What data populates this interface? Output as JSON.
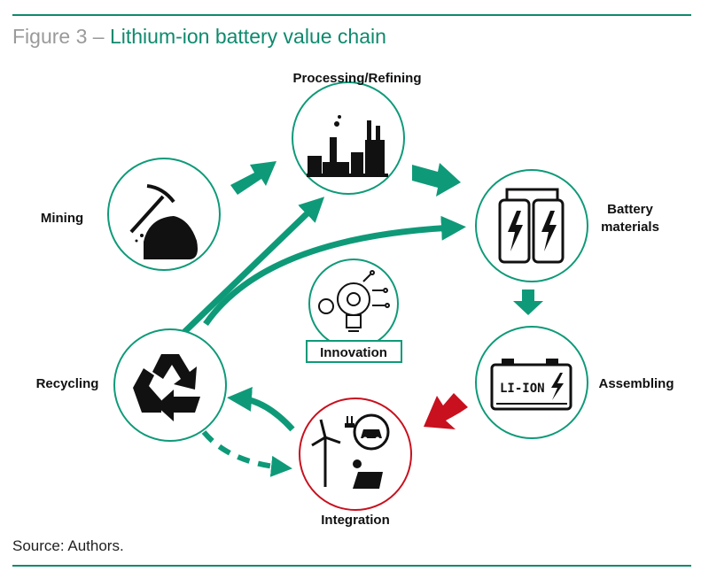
{
  "figure": {
    "number": "Figure 3",
    "separator": " – ",
    "title": "Lithium-ion battery value chain"
  },
  "stages": {
    "mining": "Mining",
    "processing": "Processing/Refining",
    "battery_line1": "Battery",
    "battery_line2": "materials",
    "assembling": "Assembling",
    "integration": "Integration",
    "recycling": "Recycling",
    "innovation": "Innovation"
  },
  "battery_label": "LI-ION",
  "source": "Source: Authors.",
  "colors": {
    "green": "#0e9a78",
    "red": "#c8101e",
    "text": "#111111",
    "title_accent": "#0e8a6e"
  },
  "icons": [
    "pickaxe-icon",
    "factory-icon",
    "battery-cells-icon",
    "li-ion-battery-icon",
    "wind-solar-ev-icon",
    "recycle-icon",
    "lightbulb-gear-icon"
  ]
}
